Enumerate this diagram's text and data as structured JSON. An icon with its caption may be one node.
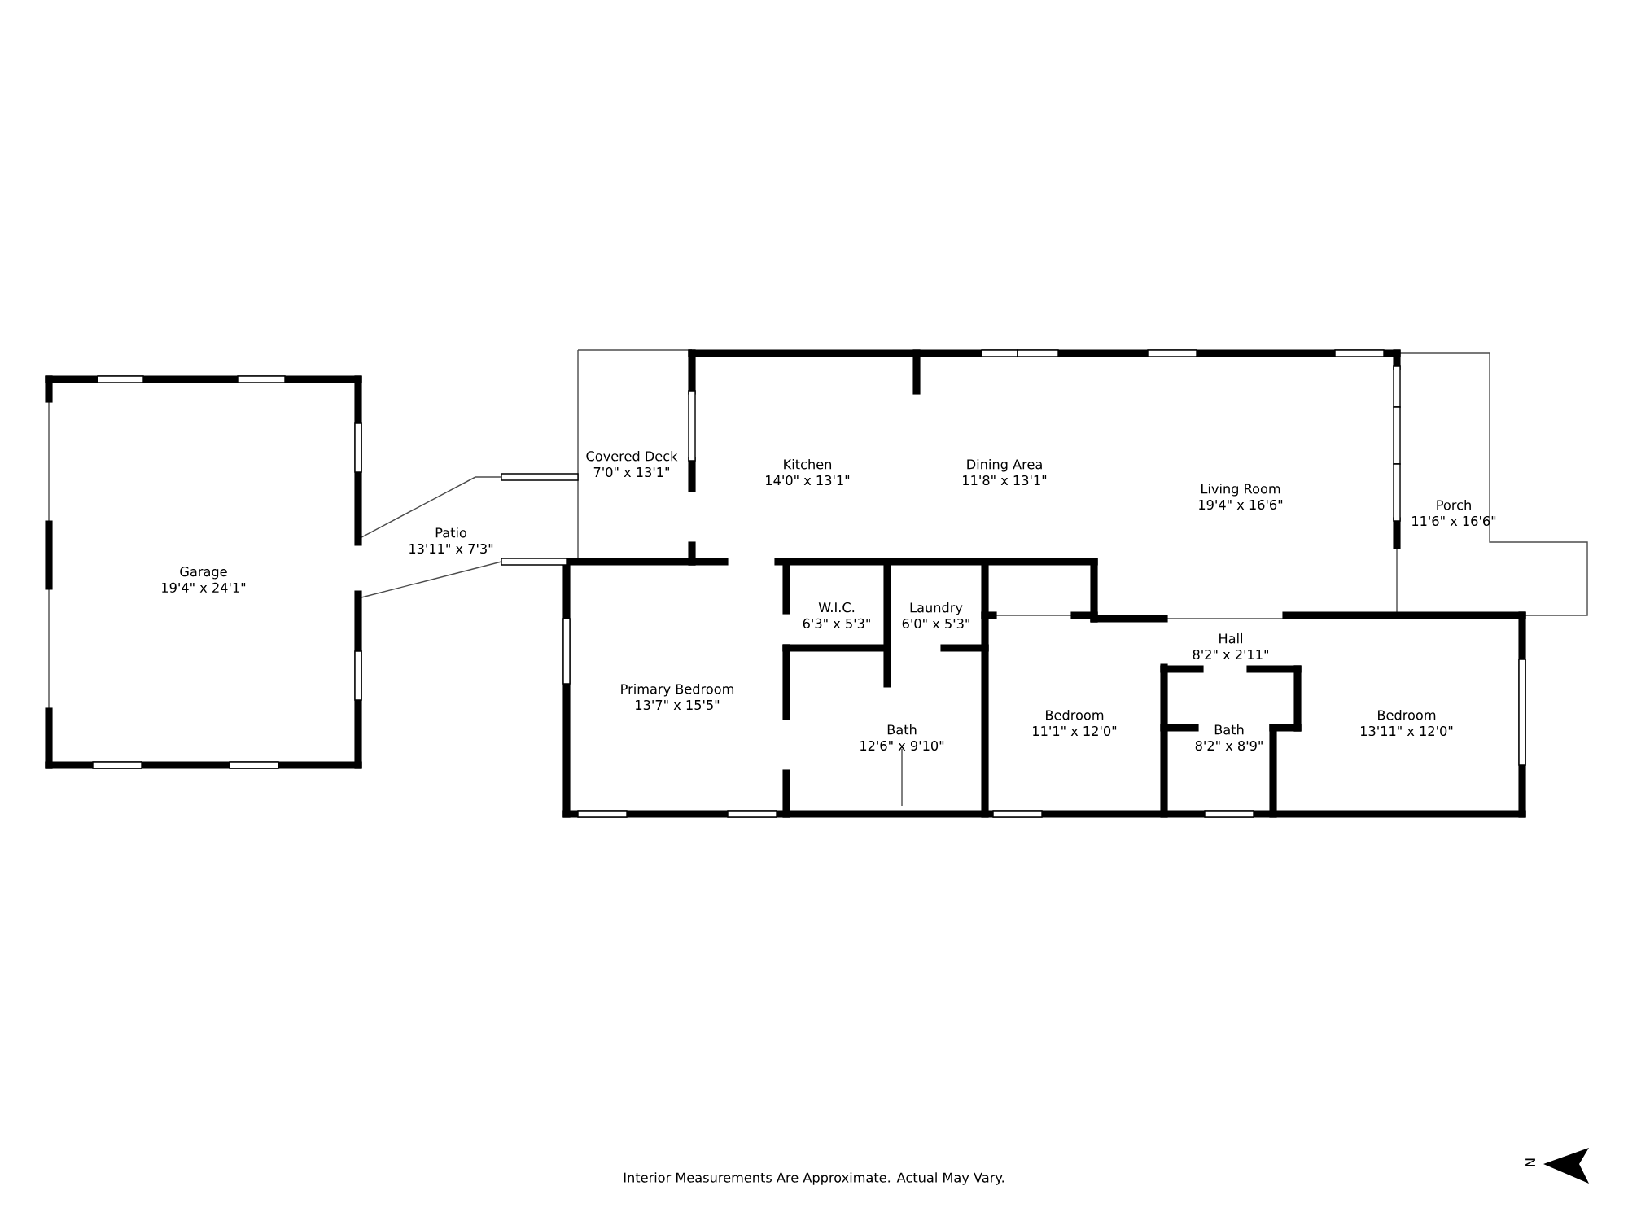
{
  "diagram": {
    "caption": "Interior Measurements Are Approximate. Actual May Vary.",
    "nodes": [
      {
        "text": [
          "Garage",
          "19'4\" x 24'1\""
        ]
      },
      {
        "text": [
          "Patio",
          "13'11\" x 7'3\""
        ]
      },
      {
        "text": [
          "Covered Deck",
          "7'0\" x 13'1\""
        ]
      },
      {
        "text": [
          "Kitchen",
          "14'0\" x 13'1\""
        ]
      },
      {
        "text": [
          "Dining Area",
          "11'8\" x 13'1\""
        ]
      },
      {
        "text": [
          "Living Room",
          "19'4\" x 16'6\""
        ]
      },
      {
        "text": [
          "Porch",
          "11'6\" x 16'6\""
        ]
      },
      {
        "text": [
          "Primary Bedroom",
          "13'7\" x 15'5\""
        ]
      },
      {
        "text": [
          "W.I.C.",
          "6'3\" x 5'3\""
        ]
      },
      {
        "text": [
          "Laundry",
          "6'0\" x 5'3\""
        ]
      },
      {
        "text": [
          "Bath",
          "12'6\" x 9'10\""
        ]
      },
      {
        "text": [
          "Bedroom",
          "11'1\" x 12'0\""
        ]
      },
      {
        "text": [
          "Hall",
          "8'2\" x 2'11\""
        ]
      },
      {
        "text": [
          "Bath",
          "8'2\" x 8'9\""
        ]
      },
      {
        "text": [
          "Bedroom",
          "13'11\" x 12'0\""
        ]
      }
    ],
    "labels": [
      "N"
    ]
  }
}
